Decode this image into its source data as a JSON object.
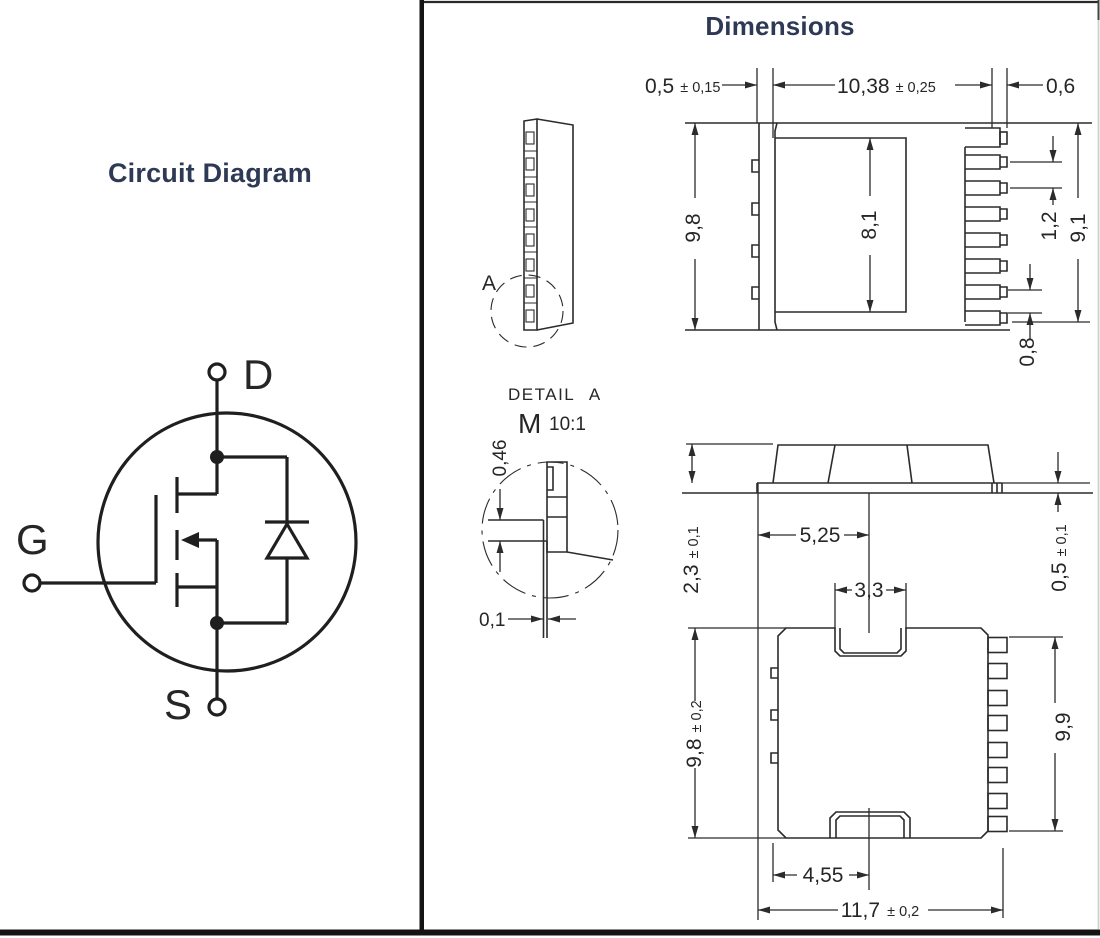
{
  "left_panel": {
    "title": "Circuit Diagram",
    "mosfet": {
      "drain": "D",
      "gate": "G",
      "source": "S"
    }
  },
  "right_panel": {
    "title": "Dimensions",
    "side_view": {
      "detail_callout": "A"
    },
    "detail_view": {
      "title": "DETAIL A",
      "scale_prefix": "M",
      "scale_ratio": "10:1",
      "lead_thickness": "0,46",
      "tip_thickness": "0,1"
    },
    "top_view": {
      "pin_width": "0,5",
      "pin_width_tol": "± 0,15",
      "body_width": "10,38",
      "body_width_tol": "± 0,25",
      "pin_tip_width": "0,6",
      "package_height": "9,8",
      "slug_height": "8,1",
      "lead_pitch": "1,2",
      "lead_span": "9,1",
      "lead_offset": "0,8"
    },
    "profile_view": {
      "body_height": "2,3",
      "body_height_tol": "± 0,1",
      "slug_width": "5,25",
      "base_thickness": "0,5",
      "base_thickness_tol": "± 0,1"
    },
    "bottom_view": {
      "notch_width": "3,3",
      "body_height": "9,8",
      "body_height_tol": "± 0,2",
      "lead_span": "9,9",
      "tab_offset": "4,55",
      "total_width": "11,7",
      "total_width_tol": "± 0,2"
    }
  }
}
